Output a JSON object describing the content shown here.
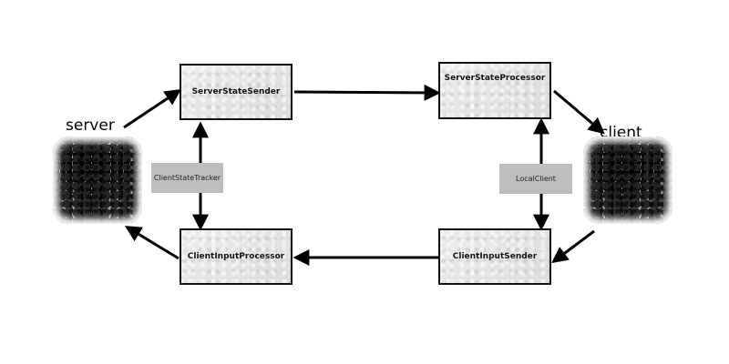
{
  "nodes": {
    "server_state_sender": "ServerStateSender",
    "server_state_processor": "ServerStateProcessor",
    "client_input_processor": "ClientInputProcessor",
    "client_input_sender": "ClientInputSender"
  },
  "tags": {
    "client_state_tracker": "ClientStateTracker",
    "local_client": "LocalClient"
  },
  "endpoints": {
    "server": "server",
    "client": "client"
  }
}
